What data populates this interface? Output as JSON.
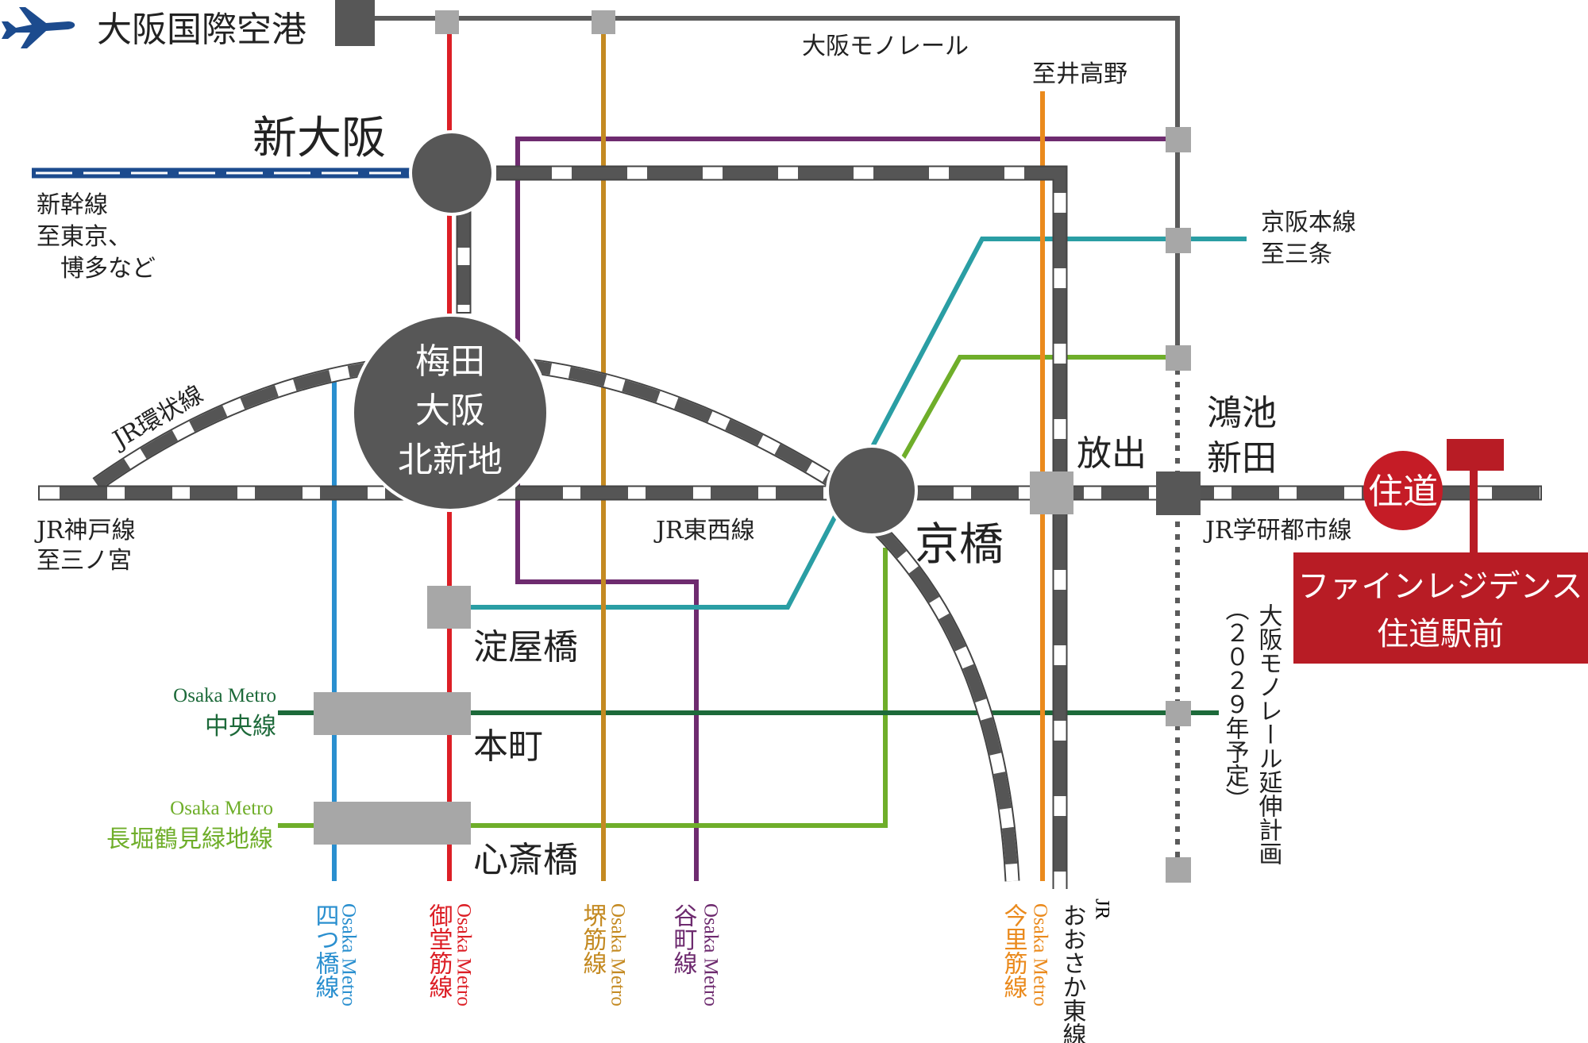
{
  "airport": {
    "label": "大阪国際空港"
  },
  "lines": {
    "monorail": "大阪モノレール",
    "shinkansen": [
      "新幹線",
      "至東京、",
      "博多など"
    ],
    "keihan": [
      "京阪本線",
      "至三条"
    ],
    "imazato_dest": "至井高野",
    "loop": "JR環状線",
    "kobe": [
      "JR神戸線",
      "至三ノ宮"
    ],
    "tozai": "JR東西線",
    "gakken": "JR学研都市線",
    "chuo": {
      "op": "Osaka Metro",
      "name": "中央線"
    },
    "nagahori": {
      "op": "Osaka Metro",
      "name": "長堀鶴見緑地線"
    },
    "yotsubashi": {
      "op": "Osaka Metro",
      "name": "四つ橋線"
    },
    "midosuji": {
      "op": "Osaka Metro",
      "name": "御堂筋線"
    },
    "sakaisuji": {
      "op": "Osaka Metro",
      "name": "堺筋線"
    },
    "tanimachi": {
      "op": "Osaka Metro",
      "name": "谷町線"
    },
    "imazatosuji": {
      "op": "Osaka Metro",
      "name": "今里筋線"
    },
    "osaka_higashi": {
      "op": "JR",
      "name": "おおさか東線"
    },
    "monorail_ext": [
      "大阪モノレール延伸計画",
      "（２０２９年予定）"
    ]
  },
  "stations": {
    "shin_osaka": "新大阪",
    "umeda": [
      "梅田",
      "大阪",
      "北新地"
    ],
    "kyobashi": "京橋",
    "hanaten": "放出",
    "konoike": [
      "鴻池",
      "新田"
    ],
    "yodoyabashi": "淀屋橋",
    "honmachi": "本町",
    "shinsaibashi": "心斎橋",
    "suminodo": "住道"
  },
  "property": [
    "ファインレジデンス",
    "住道駅前"
  ],
  "colors": {
    "gray_line": "#5b5b5b",
    "jr_dark": "#555555",
    "station_fill": "#575757",
    "transfer_box": "#a7a7a7",
    "shinkansen": "#1c4b8e",
    "midosuji": "#dc1f26",
    "yotsubashi": "#2a8fcf",
    "sakaisuji": "#c48a22",
    "tanimachi": "#6e2b6f",
    "chuo": "#1d6a3a",
    "nagahori": "#6fae2a",
    "keihan": "#2a9ea4",
    "imazatosuji": "#ea8a1d",
    "property_red": "#b81c25",
    "suminodo_red": "#c51c26"
  }
}
